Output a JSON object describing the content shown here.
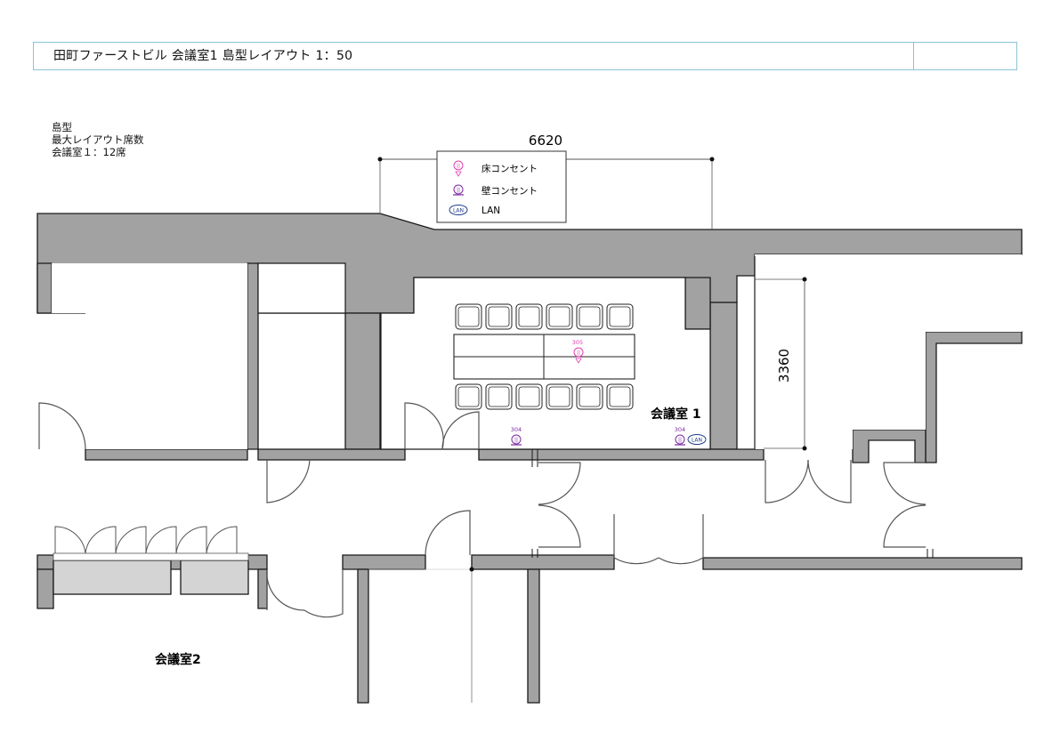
{
  "header": {
    "title": "田町ファーストビル  会議室1  島型レイアウト  1：50",
    "side": ""
  },
  "info": {
    "line1": "島型",
    "line2": "最大レイアウト席数",
    "line3": "会議室１：12席"
  },
  "dimensions": {
    "width": "6620",
    "height": "3360"
  },
  "legend": {
    "floor_outlet": "床コンセント",
    "wall_outlet": "壁コンセント",
    "lan": "LAN",
    "lan_symbol": "LAN"
  },
  "rooms": {
    "room1": "会議室 1",
    "room2": "会議室2"
  },
  "outlets": {
    "floor_number": "305",
    "wall_left_number": "304",
    "wall_right_number": "304",
    "lan_symbol": "LAN"
  },
  "colors": {
    "wall": "#a2a2a2",
    "wall_stroke": "#1a1a1a",
    "floor_outlet": "#e040b0",
    "wall_outlet": "#7a2aa0",
    "lan": "#1e3c8c",
    "header_border": "#8cc4d8",
    "cabinet": "#d4d4d4",
    "door": "#555555"
  },
  "icons": [
    "floor-outlet-icon",
    "wall-outlet-icon",
    "lan-icon",
    "chair-icon",
    "door-swing-icon"
  ]
}
